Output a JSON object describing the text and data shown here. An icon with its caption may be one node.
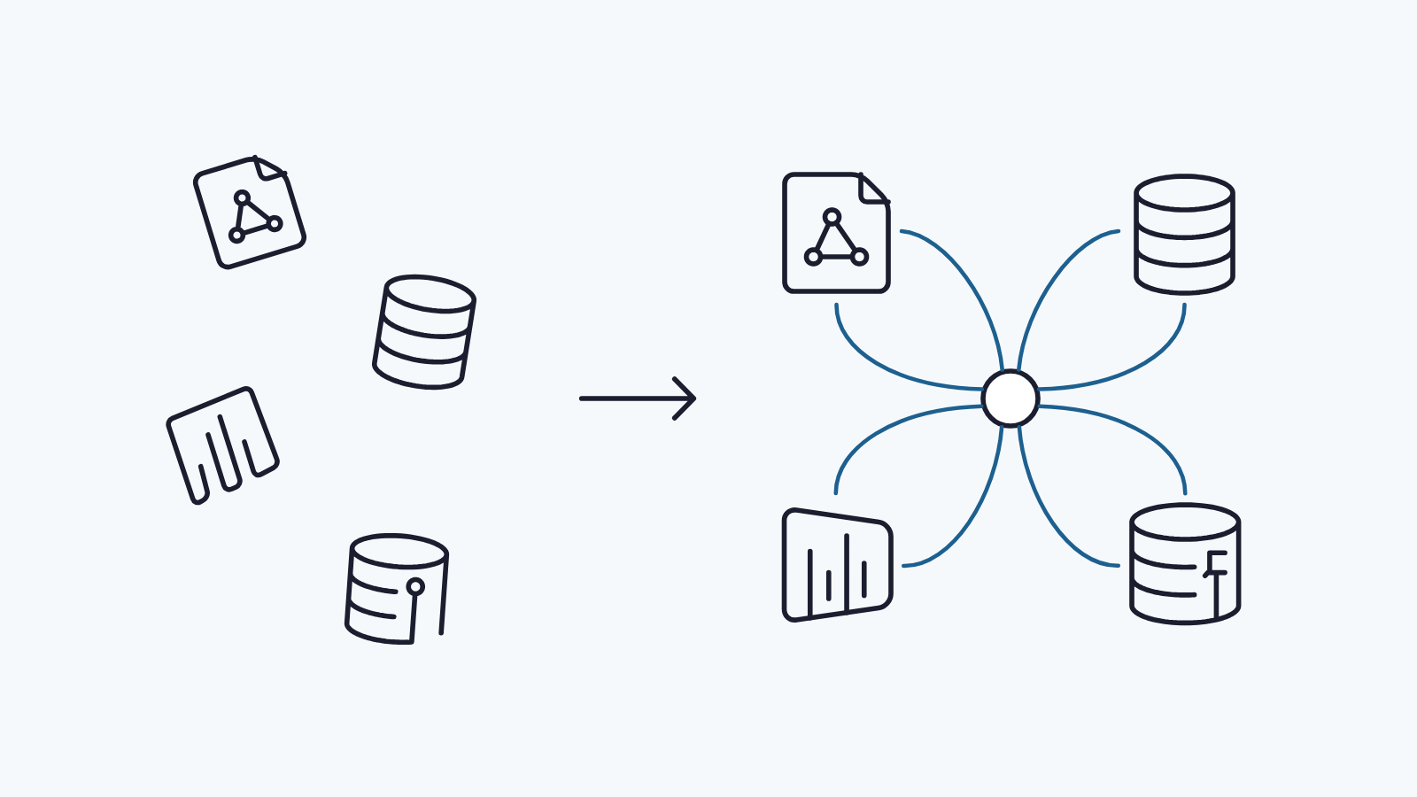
{
  "diagram": {
    "nodes": [
      {
        "text": [],
        "shape": "document"
      },
      {
        "text": [],
        "shape": "cylinder"
      },
      {
        "text": [],
        "shape": "chart"
      },
      {
        "text": [],
        "shape": "cylinder"
      },
      {
        "text": [],
        "shape": "document"
      },
      {
        "text": [],
        "shape": "cylinder"
      },
      {
        "text": [],
        "shape": "chart"
      },
      {
        "text": [],
        "shape": "cylinder"
      },
      {
        "text": [],
        "shape": "circle"
      }
    ],
    "edges": [
      {
        "from": 4,
        "to": 8,
        "arrow": "none"
      },
      {
        "from": 4,
        "to": 8,
        "arrow": "none"
      },
      {
        "from": 5,
        "to": 8,
        "arrow": "none"
      },
      {
        "from": 5,
        "to": 8,
        "arrow": "none"
      },
      {
        "from": 6,
        "to": 8,
        "arrow": "none"
      },
      {
        "from": 6,
        "to": 8,
        "arrow": "none"
      },
      {
        "from": 7,
        "to": 8,
        "arrow": "none"
      },
      {
        "from": 7,
        "to": 8,
        "arrow": "none"
      }
    ]
  }
}
